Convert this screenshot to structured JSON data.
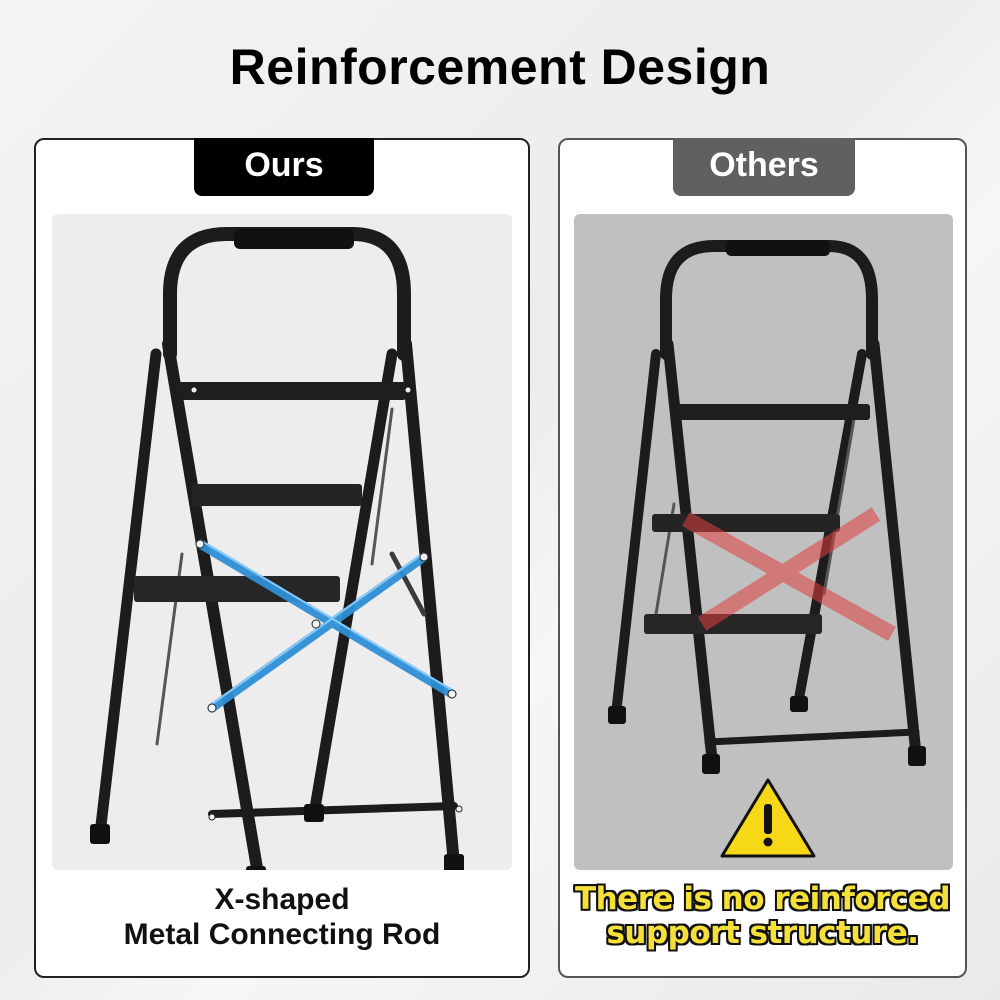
{
  "title": "Reinforcement Design",
  "panels": {
    "ours": {
      "tab_label": "Ours",
      "caption_line1": "X-shaped",
      "caption_line2": "Metal Connecting Rod",
      "accent_color": "#2f8fd6",
      "image": "three-step-ladder-with-blue-x-brace"
    },
    "others": {
      "tab_label": "Others",
      "caption_line1": "There is no reinforced",
      "caption_line2": "support structure.",
      "accent_color": "#e04040",
      "caption_color": "#f5e03a",
      "image": "three-step-ladder-with-red-x-mark",
      "icon": "warning-triangle-icon"
    }
  }
}
